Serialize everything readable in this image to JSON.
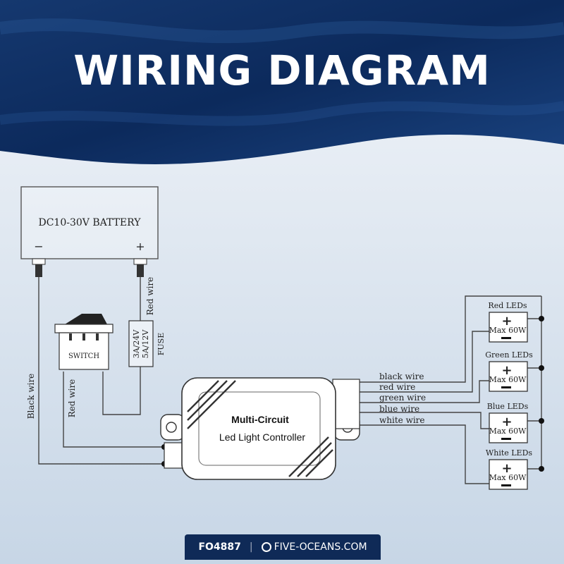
{
  "header": {
    "title": "WIRING DIAGRAM"
  },
  "battery": {
    "label": "DC10-30V BATTERY",
    "neg": "−",
    "pos": "+"
  },
  "switch": {
    "label": "SWITCH"
  },
  "fuse": {
    "line1": "3A/24V",
    "line2": "5A/12V",
    "label": "FUSE"
  },
  "controller": {
    "line1": "Multi-Circuit",
    "line2": "Led Light Controller"
  },
  "wires": {
    "black_left": "Black wire",
    "red_left": "Red wire",
    "red_top": "Red wire",
    "outputs": [
      "black wire",
      "red wire",
      "green wire",
      "blue wire",
      "white wire"
    ]
  },
  "leds": [
    {
      "name": "Red LEDs",
      "max": "Max 60W"
    },
    {
      "name": "Green LEDs",
      "max": "Max 60W"
    },
    {
      "name": "Blue LEDs",
      "max": "Max 60W"
    },
    {
      "name": "White LEDs",
      "max": "Max 60W"
    }
  ],
  "footer": {
    "sku": "FO4887",
    "brand": "FIVE-OCEANS.COM"
  },
  "colors": {
    "banner": "#0c2a5c",
    "footer": "#0f2a57",
    "background": "#e3ebf3"
  }
}
